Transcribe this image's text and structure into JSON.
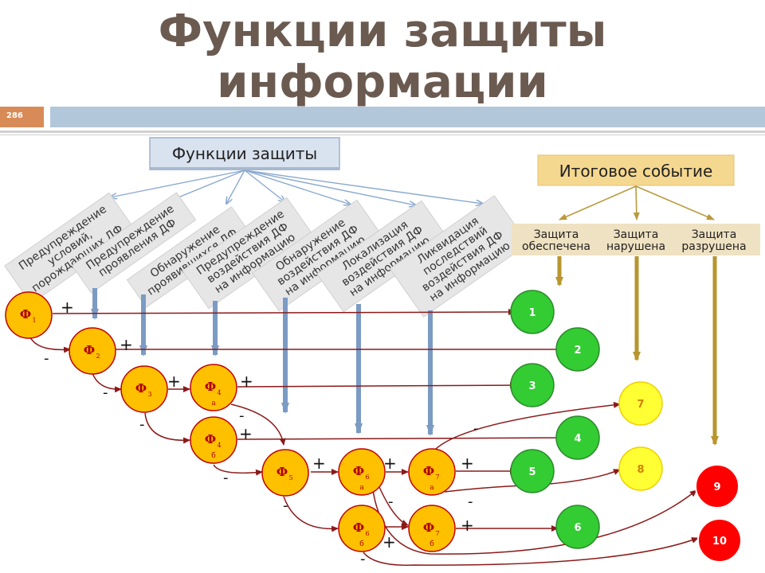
{
  "slide": {
    "title_line1": "Функции защиты",
    "title_line2": "информации",
    "slide_number": "286"
  },
  "diagram": {
    "functions_box": "Функции защиты",
    "final_event_box": "Итоговое событие",
    "outcomes": [
      {
        "line1": "Защита",
        "line2": "обеспечена"
      },
      {
        "line1": "Защита",
        "line2": "нарушена"
      },
      {
        "line1": "Защита",
        "line2": "разрушена"
      }
    ],
    "function_labels": [
      [
        "Предупреждение",
        "условий,",
        "порождающих ДФ"
      ],
      [
        "Предупреждение",
        "проявления ДФ"
      ],
      [
        "Обнаружение",
        "проявившихся ДФ"
      ],
      [
        "Предупреждение",
        "воздействия ДФ",
        "на информацию"
      ],
      [
        "Обнаружение",
        "воздействия ДФ",
        "на информацию"
      ],
      [
        "Локализация",
        "воздействия ДФ",
        "на информацию"
      ],
      [
        "Ликвидация",
        "последствий",
        "воздействия ДФ",
        "на информацию"
      ]
    ],
    "nodes": [
      {
        "id": "f1",
        "label": "Ф",
        "sub": "1",
        "below": ""
      },
      {
        "id": "f2",
        "label": "Ф",
        "sub": "2",
        "below": ""
      },
      {
        "id": "f3",
        "label": "Ф",
        "sub": "3",
        "below": ""
      },
      {
        "id": "f4a",
        "label": "Ф",
        "sub": "4",
        "below": "а"
      },
      {
        "id": "f4b",
        "label": "Ф",
        "sub": "4",
        "below": "б"
      },
      {
        "id": "f5",
        "label": "Ф",
        "sub": "5",
        "below": ""
      },
      {
        "id": "f6a",
        "label": "Ф",
        "sub": "6",
        "below": "а"
      },
      {
        "id": "f7a",
        "label": "Ф",
        "sub": "7",
        "below": "а"
      },
      {
        "id": "f6b",
        "label": "Ф",
        "sub": "6",
        "below": "б"
      },
      {
        "id": "f7b",
        "label": "Ф",
        "sub": "7",
        "below": "б"
      }
    ],
    "results": [
      {
        "id": "r1",
        "label": "1",
        "color": "#33cc33"
      },
      {
        "id": "r2",
        "label": "2",
        "color": "#33cc33"
      },
      {
        "id": "r3",
        "label": "3",
        "color": "#33cc33"
      },
      {
        "id": "r4",
        "label": "4",
        "color": "#33cc33"
      },
      {
        "id": "r5",
        "label": "5",
        "color": "#33cc33"
      },
      {
        "id": "r6",
        "label": "6",
        "color": "#33cc33"
      },
      {
        "id": "r7",
        "label": "7",
        "color": "#ffff33"
      },
      {
        "id": "r8",
        "label": "8",
        "color": "#ffff33"
      },
      {
        "id": "r9",
        "label": "9",
        "color": "#ff0000"
      },
      {
        "id": "r10",
        "label": "10",
        "color": "#ff0000"
      }
    ],
    "plus": "+",
    "minus": "-"
  },
  "colors": {
    "node_fill": "#ffc000",
    "node_stroke": "#c00000",
    "arrow": "#8b1a1a",
    "accent_title": "#6b5a50",
    "outcome_fill": "#efe2c2",
    "final_fill": "#f5d890"
  }
}
